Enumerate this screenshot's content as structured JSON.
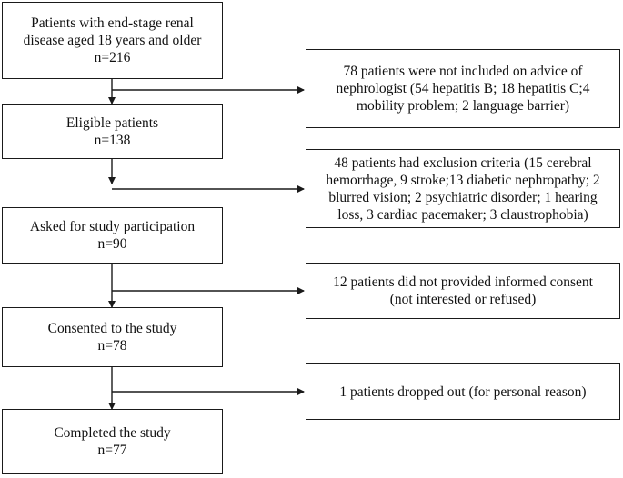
{
  "main_boxes": [
    {
      "lines": [
        "Patients with end-stage renal",
        "disease aged 18 years and older",
        "n=216"
      ]
    },
    {
      "lines": [
        "Eligible patients",
        "n=138"
      ]
    },
    {
      "lines": [
        "Asked for study participation",
        "n=90"
      ]
    },
    {
      "lines": [
        "Consented to the study",
        "n=78"
      ]
    },
    {
      "lines": [
        "Completed the study",
        "n=77"
      ]
    }
  ],
  "side_boxes": [
    {
      "lines": [
        "78 patients were not included on advice of",
        "nephrologist (54 hepatitis B; 18 hepatitis C;4",
        "mobility problem; 2 language barrier)"
      ]
    },
    {
      "lines": [
        "48 patients had exclusion criteria (15 cerebral",
        "hemorrhage, 9 stroke;13 diabetic nephropathy; 2",
        "blurred vision; 2 psychiatric disorder; 1 hearing",
        "loss, 3 cardiac pacemaker; 3 claustrophobia)"
      ]
    },
    {
      "lines": [
        "12 patients did not provided informed consent",
        "(not interested or refused)"
      ]
    },
    {
      "lines": [
        "1 patients dropped out (for personal reason)"
      ]
    }
  ]
}
